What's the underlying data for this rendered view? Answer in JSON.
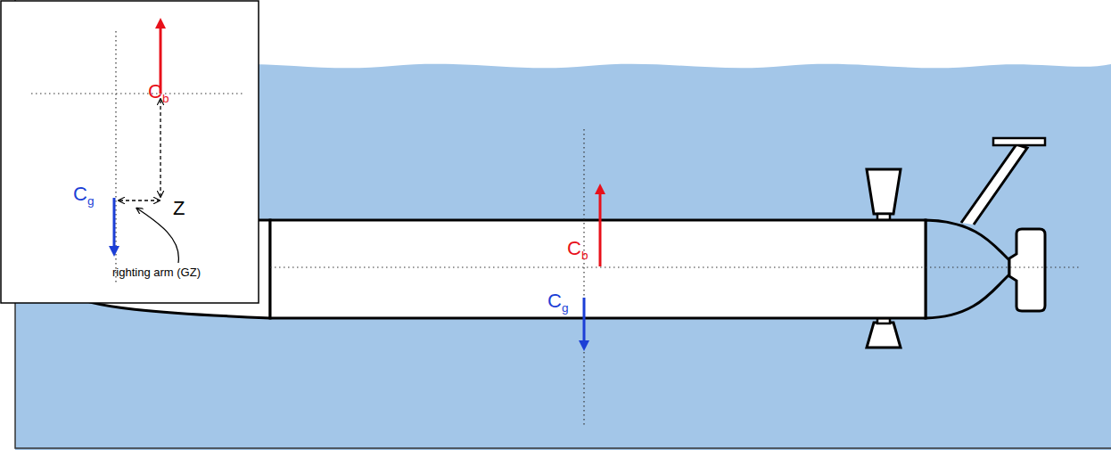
{
  "diagram": {
    "labels": [
      "Cb",
      "Cg",
      "Z",
      "righting arm (GZ)",
      "Cb",
      "Cg"
    ]
  }
}
